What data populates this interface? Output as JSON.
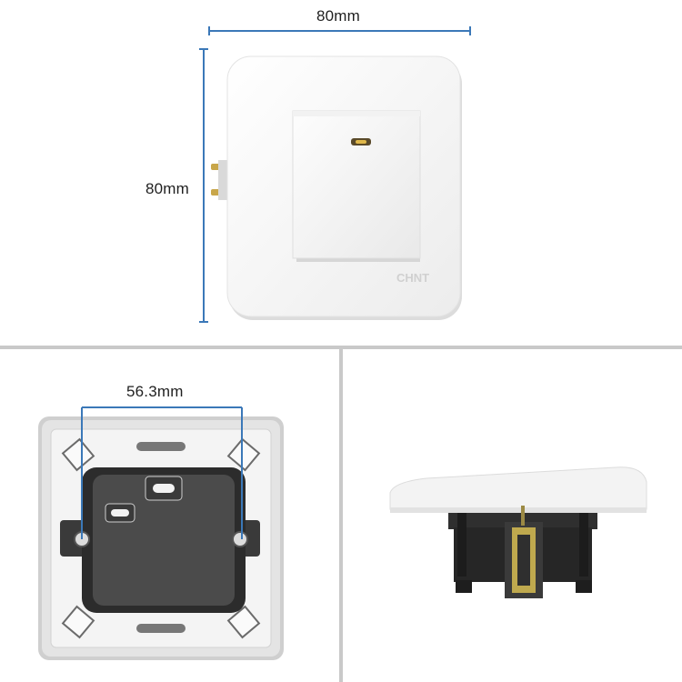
{
  "top_view": {
    "width_label": "80mm",
    "height_label": "80mm",
    "brand_mark": "CHNT",
    "accent_color": "#3b78b8"
  },
  "back_view": {
    "spacing_label": "56.3mm",
    "accent_color": "#3b78b8"
  },
  "side_view": {},
  "colors": {
    "divider": "#c9c9c9",
    "dimension_line": "#3b78b8",
    "plate_white": "#f6f6f6"
  }
}
